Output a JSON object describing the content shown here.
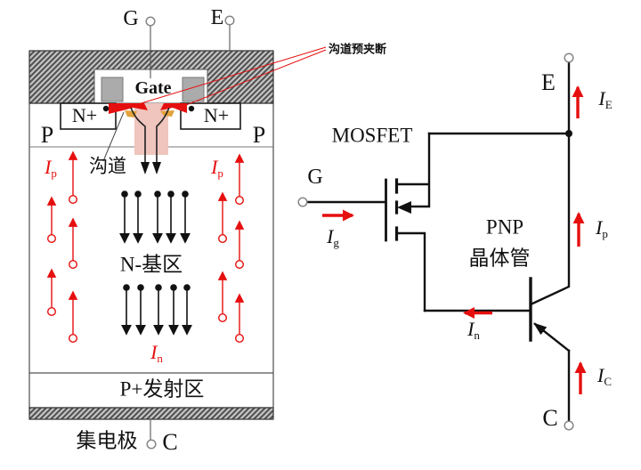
{
  "annotation": {
    "pinchoff_label": "沟道预夹断"
  },
  "igbt": {
    "gate_terminal": "G",
    "emitter_terminal": "E",
    "collector_terminal": "C",
    "gate_label": "Gate",
    "n_plus_label": "N+",
    "p_body_label": "P",
    "channel_label": "沟道",
    "n_base_label": "N-基区",
    "p_emitter_label": "P+发射区",
    "collector_metal_label": "集电极",
    "hole_current": {
      "main": "I",
      "sub": "p"
    },
    "electron_current": {
      "main": "I",
      "sub": "n"
    }
  },
  "circuit": {
    "mosfet_label": "MOSFET",
    "pnp_label_line1": "PNP",
    "pnp_label_line2": "晶体管",
    "gate_terminal": "G",
    "emitter_terminal": "E",
    "collector_terminal": "C",
    "gate_current": {
      "main": "I",
      "sub": "g"
    },
    "electron_current": {
      "main": "I",
      "sub": "n"
    },
    "emitter_current": {
      "main": "I",
      "sub": "E"
    },
    "hole_current": {
      "main": "I",
      "sub": "p"
    },
    "collector_current": {
      "main": "I",
      "sub": "C"
    }
  },
  "colors": {
    "red": "#e60f0f",
    "channel_pink": "#efc5bd",
    "depletion_orange": "#e2a23c"
  }
}
